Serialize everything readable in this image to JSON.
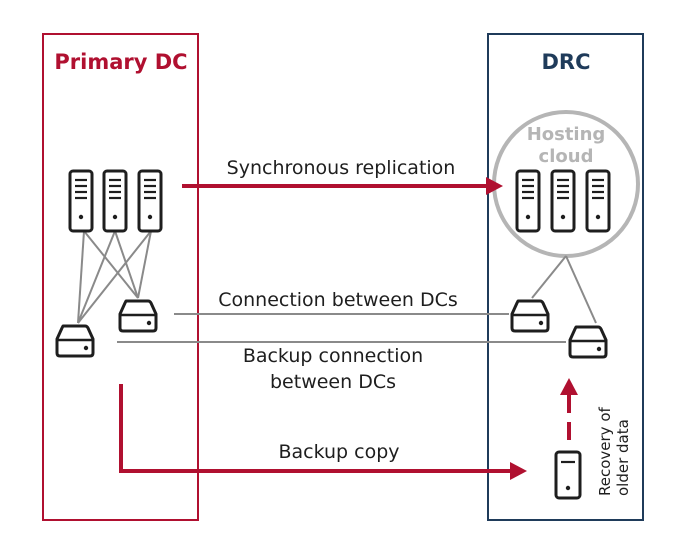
{
  "colors": {
    "primary": "#b01030",
    "drc": "#1f3b5a",
    "line_gray": "#8a8a8a",
    "cloud_gray": "#b5b5b5",
    "icon_dark": "#1e1e1e"
  },
  "primary_dc": {
    "title": "Primary DC"
  },
  "drc": {
    "title": "DRC",
    "cloud_label_line1": "Hosting",
    "cloud_label_line2": "cloud"
  },
  "connections": {
    "sync_replication": "Synchronous replication",
    "connection_between": "Connection between DCs",
    "backup_connection_line1": "Backup connection",
    "backup_connection_line2": "between DCs",
    "backup_copy": "Backup copy",
    "recovery_line1": "Recovery of",
    "recovery_line2": "older data"
  }
}
